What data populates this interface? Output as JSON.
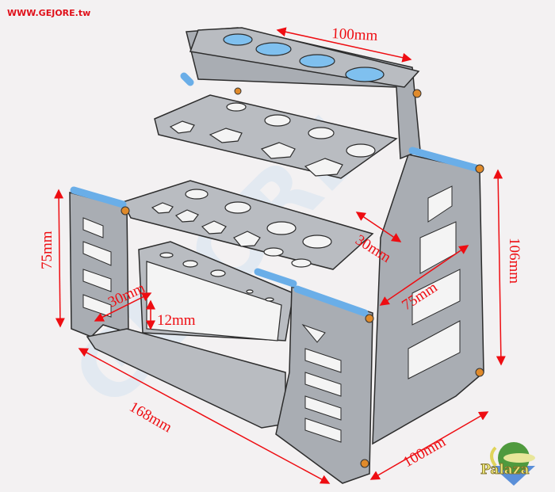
{
  "site_url": "WWW.GEJORE.tw",
  "watermark": "GEJORE",
  "logo_text": "Palaza",
  "dimensions": {
    "top_width": "100mm",
    "left_height": "75mm",
    "right_height": "106mm",
    "inner_depth": "30mm",
    "drawer_depth": "30mm",
    "drawer_height": "12mm",
    "side_depth": "75mm",
    "total_length": "168mm",
    "total_depth": "100mm"
  },
  "colors": {
    "dimension": "#ee0d12",
    "rod": "#6aaee8",
    "plate": "#b9bcc1"
  }
}
